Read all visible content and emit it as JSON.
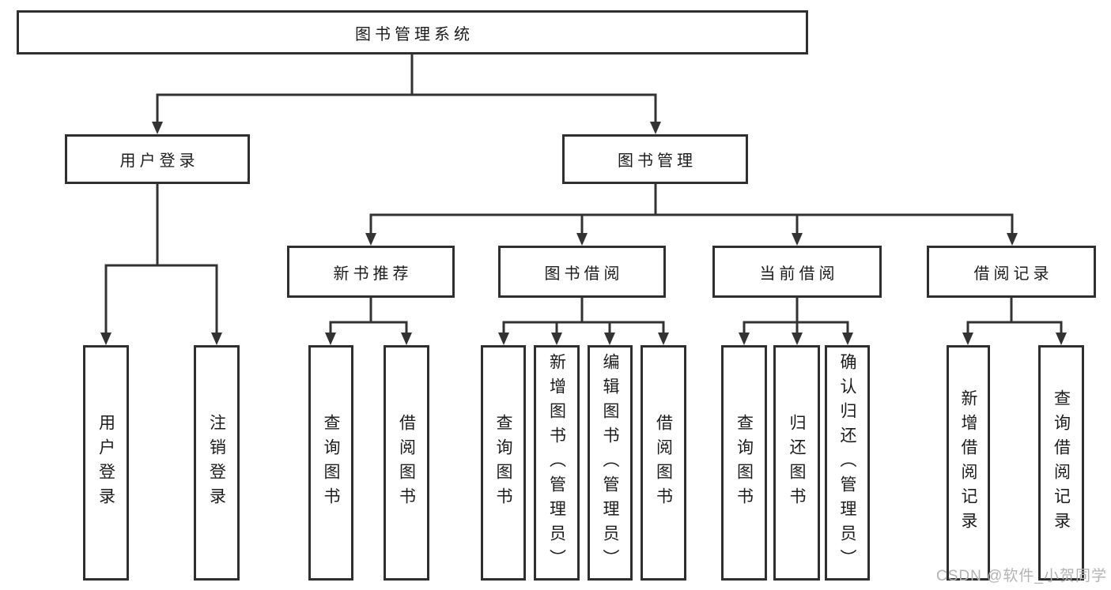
{
  "diagram_title": "图书管理系统",
  "colors": {
    "line": "#333333",
    "border": "#2f2f2f",
    "box_bg": "#ffffff",
    "text": "#1c1c1c",
    "watermark": "#b3b3b3"
  },
  "tree": {
    "root": {
      "label": "图书管理系统",
      "children": [
        {
          "label": "用户登录",
          "children": [
            {
              "label": "用户登录"
            },
            {
              "label": "注销登录"
            }
          ]
        },
        {
          "label": "图书管理",
          "children": [
            {
              "label": "新书推荐",
              "children": [
                {
                  "label": "查询图书"
                },
                {
                  "label": "借阅图书"
                }
              ]
            },
            {
              "label": "图书借阅",
              "children": [
                {
                  "label": "查询图书"
                },
                {
                  "label": "新增图书（管理员）"
                },
                {
                  "label": "编辑图书（管理员）"
                },
                {
                  "label": "借阅图书"
                }
              ]
            },
            {
              "label": "当前借阅",
              "children": [
                {
                  "label": "查询图书"
                },
                {
                  "label": "归还图书"
                },
                {
                  "label": "确认归还（管理员）"
                }
              ]
            },
            {
              "label": "借阅记录",
              "children": [
                {
                  "label": "新增借阅记录"
                },
                {
                  "label": "查询借阅记录"
                }
              ]
            }
          ]
        }
      ]
    }
  },
  "watermark": {
    "text": "CSDN @软件_小贺同学"
  }
}
